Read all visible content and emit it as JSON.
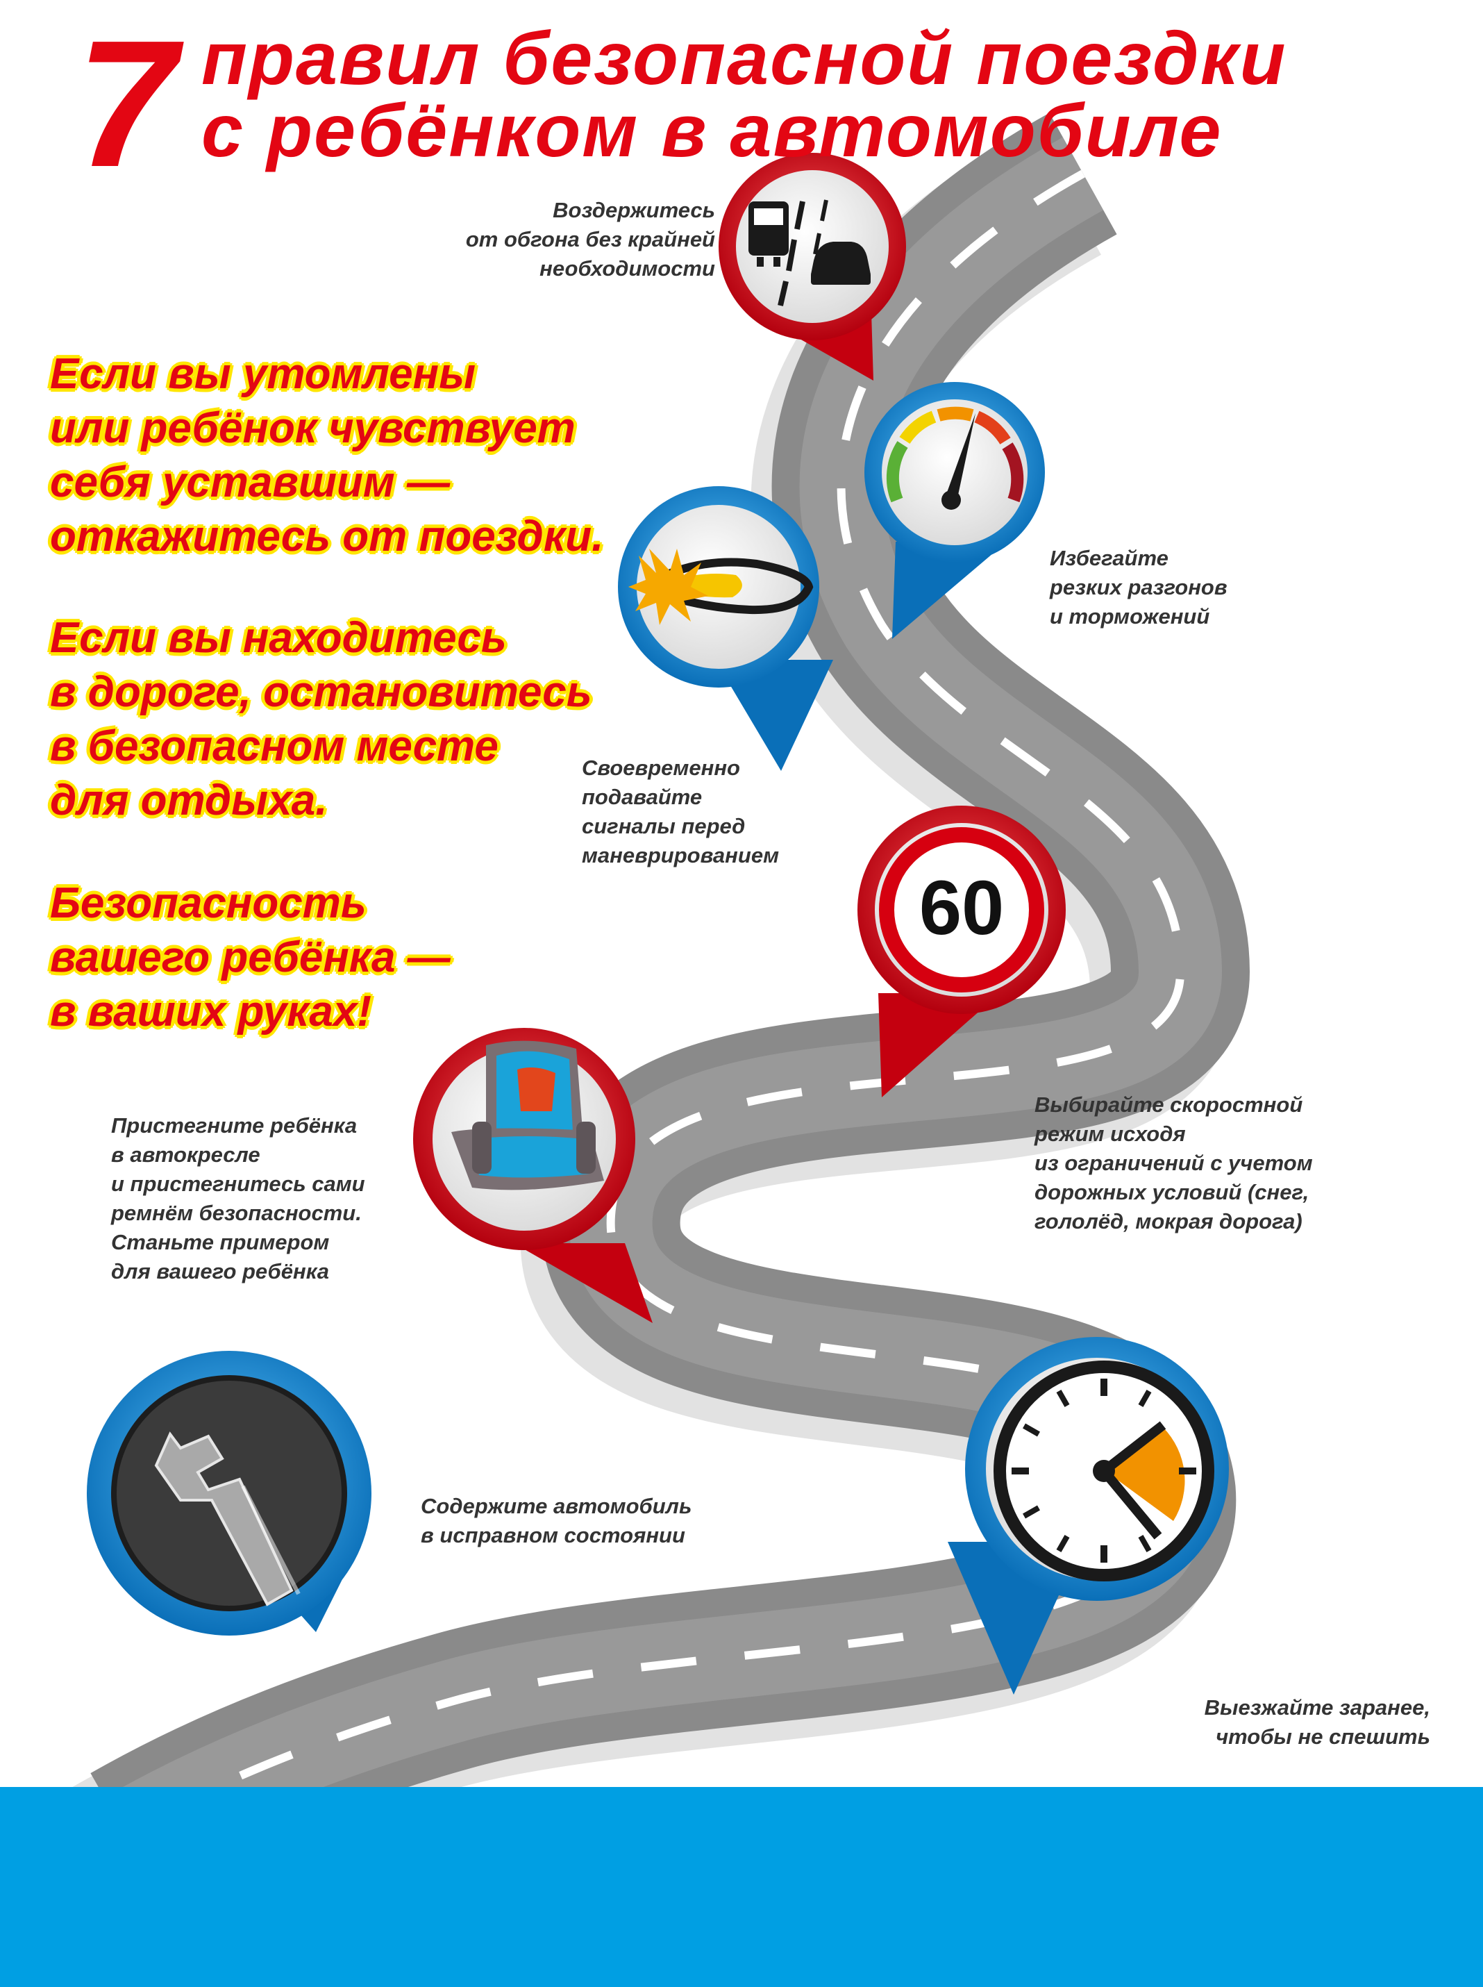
{
  "title": {
    "number": "7",
    "line1": "правил безопасной поездки",
    "line2": "с ребёнком в автомобиле"
  },
  "warning": {
    "block1": [
      "Если вы утомлены",
      "или ребёнок чувствует",
      "себя уставшим —",
      "откажитесь от поездки."
    ],
    "block2": [
      "Если вы находитесь",
      "в дороге, остановитесь",
      "в безопасном месте",
      "для отдыха."
    ],
    "block3": [
      "Безопасность",
      "вашего ребёнка —",
      "в ваших руках!"
    ]
  },
  "rules": [
    {
      "icon": "no-overtaking-icon",
      "pin_color": "red",
      "caption": [
        "Воздержитесь",
        "от обгона без крайней",
        "необходимости"
      ]
    },
    {
      "icon": "speedometer-icon",
      "pin_color": "blue",
      "caption": [
        "Избегайте",
        "резких разгонов",
        "и торможений"
      ]
    },
    {
      "icon": "turn-signal-icon",
      "pin_color": "blue",
      "caption": [
        "Своевременно",
        "подавайте",
        "сигналы перед",
        "маневрированием"
      ]
    },
    {
      "icon": "speed-limit-sign-icon",
      "pin_color": "red",
      "sign_value": "60",
      "caption": [
        "Выбирайте скоростной",
        "режим исходя",
        "из ограничений с учетом",
        "дорожных условий (снег,",
        "гололёд, мокрая дорога)"
      ]
    },
    {
      "icon": "child-car-seat-icon",
      "pin_color": "red",
      "caption": [
        "Пристегните ребёнка",
        "в автокресле",
        "и пристегнитесь сами",
        "ремнём безопасности.",
        "Станьте примером",
        "для вашего ребёнка"
      ]
    },
    {
      "icon": "wrench-icon",
      "pin_color": "blue",
      "caption": [
        "Содержите автомобиль",
        "в исправном состоянии"
      ]
    },
    {
      "icon": "clock-icon",
      "pin_color": "blue",
      "caption": [
        "Выезжайте заранее,",
        "чтобы не спешить"
      ]
    }
  ],
  "colors": {
    "red": "#e30613",
    "yellow": "#ffe600",
    "blue": "#009fe3",
    "road": "#8a8a8a"
  }
}
